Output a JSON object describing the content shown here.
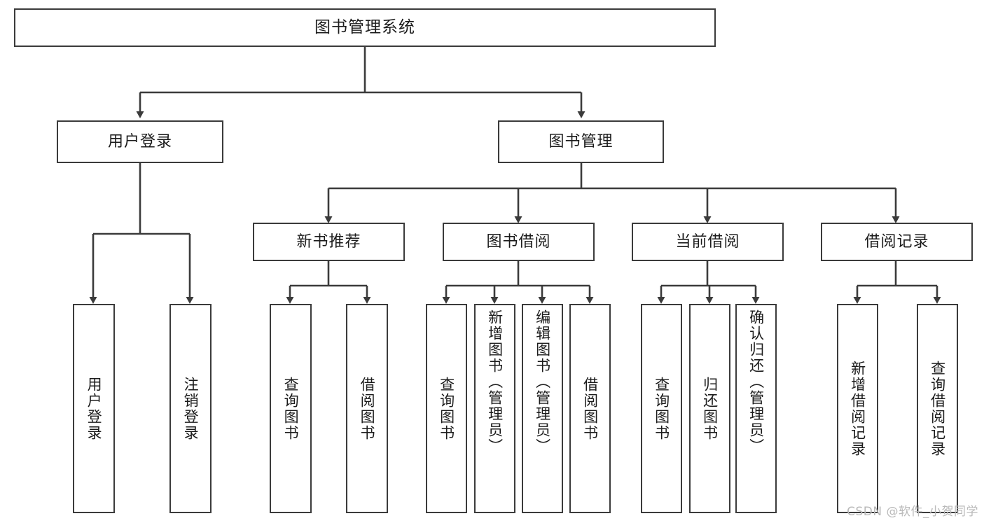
{
  "diagram": {
    "title": "图书管理系统",
    "type": "tree",
    "watermark": "CSDN @软件_小贺同学",
    "colors": {
      "stroke": "#3b3b3b",
      "fill": "#ffffff",
      "text": "#1b1b1b",
      "watermark": "#b9b9b9"
    },
    "nodes": {
      "root": {
        "label": "图书管理系统"
      },
      "level2": [
        {
          "label": "用户登录"
        },
        {
          "label": "图书管理"
        }
      ],
      "level3": [
        {
          "label": "新书推荐"
        },
        {
          "label": "图书借阅"
        },
        {
          "label": "当前借阅"
        },
        {
          "label": "借阅记录"
        }
      ],
      "leaves": {
        "user_login": [
          {
            "label": "用户登录"
          },
          {
            "label": "注销登录"
          }
        ],
        "new_book_recommend": [
          {
            "label": "查询图书"
          },
          {
            "label": "借阅图书"
          }
        ],
        "book_borrow": [
          {
            "label": "查询图书"
          },
          {
            "label": "新增图书（管理员）"
          },
          {
            "label": "编辑图书（管理员）"
          },
          {
            "label": "借阅图书"
          }
        ],
        "current_borrow": [
          {
            "label": "查询图书"
          },
          {
            "label": "归还图书"
          },
          {
            "label": "确认归还（管理员）"
          }
        ],
        "borrow_record": [
          {
            "label": "新增借阅记录"
          },
          {
            "label": "查询借阅记录"
          }
        ]
      }
    }
  }
}
